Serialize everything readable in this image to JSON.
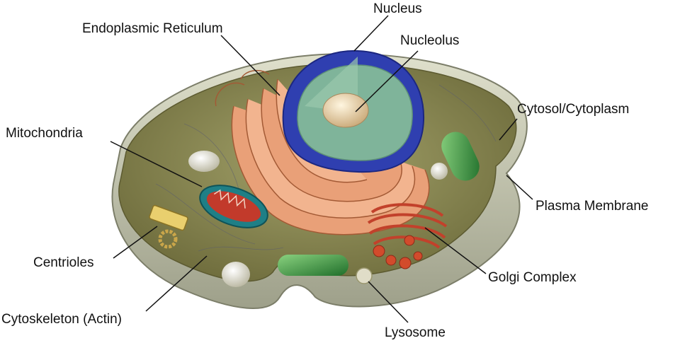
{
  "labels": {
    "nucleus": "Nucleus",
    "endoplasmic_reticulum": "Endoplasmic Reticulum",
    "nucleolus": "Nucleolus",
    "cytosol": "Cytosol/Cytoplasm",
    "mitochondria": "Mitochondria",
    "plasma_membrane": "Plasma Membrane",
    "centrioles": "Centrioles",
    "golgi": "Golgi Complex",
    "cytoskeleton": "Cytoskeleton (Actin)",
    "lysosome": "Lysosome"
  },
  "colors": {
    "cytoplasm": "#8c8a55",
    "membrane": "#c7c9b0",
    "nucleus_envelope": "#2f3fb0",
    "nucleoplasm": "#7fb49a",
    "nucleolus": "#e8d3a8",
    "er": "#e9a078",
    "mitochondria": "#1f7f86",
    "golgi": "#c2412b",
    "vesicle_green": "#3d9a46",
    "vesicle_white": "#e6e3d3"
  }
}
